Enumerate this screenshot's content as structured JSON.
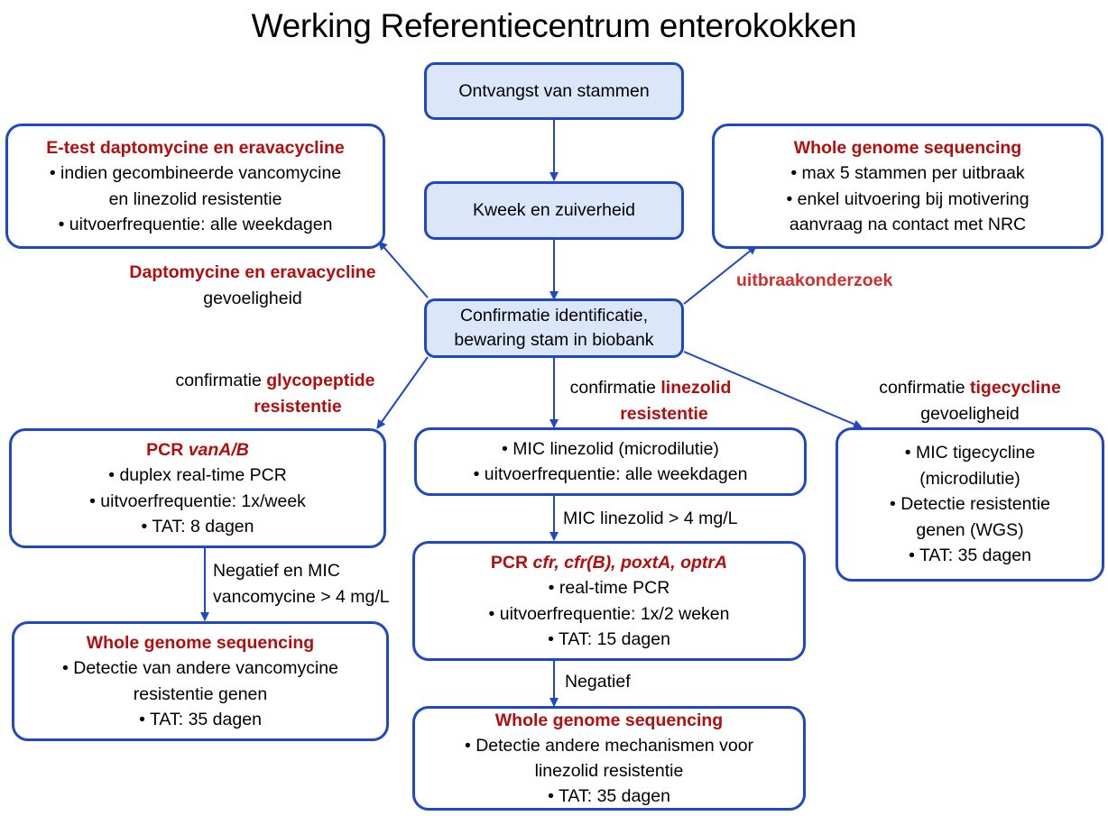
{
  "title": "Werking Referentiecentrum enterokokken",
  "colors": {
    "border": "#1f48c4",
    "highlight": "#b30e0e",
    "fill": "#dce6fb",
    "arrow": "#1f48c4"
  },
  "nodes": {
    "reception": {
      "label": "Ontvangst van stammen"
    },
    "culture": {
      "label": "Kweek en zuiverheid"
    },
    "confirmation": {
      "line1": "Confirmatie identificatie,",
      "line2": "bewaring stam in biobank"
    },
    "etest": {
      "heading": "E-test daptomycine en eravacycline",
      "lines": [
        "• indien gecombineerde vancomycine",
        "en linezolid resistentie",
        "•  uitvoerfrequentie: alle weekdagen"
      ]
    },
    "wgs_outbreak": {
      "heading": "Whole genome sequencing",
      "lines": [
        "• max 5 stammen per uitbraak",
        "• enkel uitvoering bij motivering",
        "aanvraag na contact met  NRC"
      ]
    },
    "pcr_van": {
      "heading_prefix": "PCR ",
      "heading_genes": "vanA/B",
      "lines": [
        "• duplex real-time PCR",
        "• uitvoerfrequentie: 1x/week",
        "• TAT: 8 dagen"
      ]
    },
    "mic_linezolid": {
      "lines": [
        "• MIC linezolid (microdilutie)",
        "• uitvoerfrequentie: alle weekdagen"
      ]
    },
    "mic_tigecycline": {
      "lines": [
        "• MIC tigecycline",
        "(microdilutie)",
        "• Detectie resistentie",
        "genen (WGS)",
        "• TAT: 35 dagen"
      ]
    },
    "pcr_linezolid": {
      "heading_prefix": "PCR ",
      "heading_genes": "cfr, cfr(B), poxtA, optrA",
      "lines": [
        "• real-time PCR",
        "• uitvoerfrequentie: 1x/2 weken",
        "• TAT: 15 dagen"
      ]
    },
    "wgs_vanco": {
      "heading": "Whole genome sequencing",
      "lines": [
        "• Detectie van andere vancomycine",
        "resistentie genen",
        "• TAT: 35 dagen"
      ]
    },
    "wgs_linezolid": {
      "heading": "Whole genome sequencing",
      "lines": [
        "• Detectie andere mechanismen voor",
        "linezolid resistentie",
        "• TAT: 35 dagen"
      ]
    }
  },
  "edge_labels": {
    "dapto": {
      "red": "Daptomycine en eravacycline",
      "black": "gevoeligheid"
    },
    "outbreak": {
      "red": "uitbraakonderzoek"
    },
    "glyco": {
      "black": "confirmatie ",
      "red": "glycopeptide",
      "red2": "resistentie"
    },
    "linezolid": {
      "black": "confirmatie ",
      "red": "linezolid",
      "red2": "resistentie"
    },
    "tige": {
      "black": "confirmatie ",
      "red": "tigecycline",
      "black2": "gevoeligheid"
    },
    "mic_threshold": {
      "text": "MIC linezolid > 4 mg/L"
    },
    "vanco_neg": {
      "line1": "Negatief en MIC",
      "line2": "vancomycine > 4 mg/L"
    },
    "neg": {
      "text": "Negatief"
    }
  }
}
